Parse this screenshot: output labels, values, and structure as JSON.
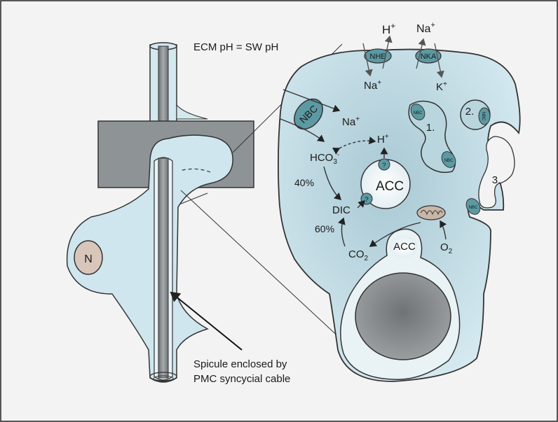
{
  "top_label": "ECM pH = SW pH",
  "bottom_label_line1": "Spicule enclosed by",
  "bottom_label_line2": "PMC syncycial cable",
  "nucleus": "N",
  "transporters": {
    "nhe": "NHE",
    "nka": "NKA",
    "nbc": "NBC"
  },
  "ions": {
    "h": "H",
    "h_sup": "+",
    "na": "Na",
    "na_sup": "+",
    "k": "K",
    "k_sup": "+"
  },
  "chem": {
    "hco3": "HCO",
    "hco3_sub": "3",
    "hco3_sup": "-",
    "dic": "DIC",
    "co2": "CO",
    "co2_sub": "2",
    "o2": "O",
    "o2_sub": "2",
    "acc": "ACC",
    "question": "?"
  },
  "percent_40": "40%",
  "percent_60": "60%",
  "vesicle_labels": {
    "one": "1.",
    "two": "2.",
    "three": "3."
  },
  "colors": {
    "cell_fill": "#cfe6ee",
    "cell_stroke": "#3a4a52",
    "transporter": "#5c9aa3",
    "spicule": "#8a8e92",
    "frame": "#8e9396",
    "nucleus": "#d9c6bb",
    "background": "#f3f3f3"
  }
}
